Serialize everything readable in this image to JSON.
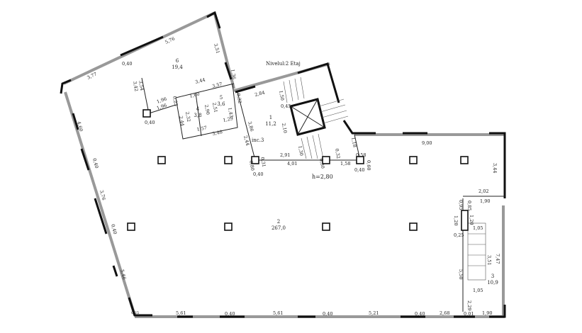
{
  "level_title": "Nivelul:2 Etaj",
  "height_label": "h=2,80",
  "incline_label": "inc.3",
  "rooms": [
    {
      "number": "1",
      "area": "11,2"
    },
    {
      "number": "2",
      "area": "267,0"
    },
    {
      "number": "3",
      "area": "10,9"
    },
    {
      "number": "4",
      "area": "3,8"
    },
    {
      "number": "5",
      "area": "3,6"
    },
    {
      "number": "6",
      "area": "19,4"
    }
  ],
  "dimensions": {
    "top": [
      "3,77",
      "0,40",
      "5,76",
      "3,51",
      "2,84",
      "9,00",
      "3,44"
    ],
    "room6": [
      "3,54",
      "3,42",
      "1,96",
      "1,96",
      "0,40",
      "0,23",
      "3,44",
      "3,57",
      "1,36",
      "0,32"
    ],
    "room45": [
      "1,60",
      "2,32",
      "2,44",
      "2,90",
      "2,51",
      "1,43",
      "1,57",
      "3,48",
      "1,29"
    ],
    "stair1": [
      "1,50",
      "0,45",
      "2,10",
      "1,30",
      "3,86",
      "2,44",
      "2,91",
      "4,01",
      "0,31",
      "0,80",
      "0,40",
      "0,30",
      "0,32",
      "1,58",
      "1,18",
      "0,58",
      "0,40",
      "0,60"
    ],
    "left": [
      "4,60",
      "0,40",
      "3,76",
      "0,40",
      "5,46",
      "0,25"
    ],
    "bottom": [
      "5,61",
      "0,40",
      "5,61",
      "0,40",
      "5,21",
      "0,40",
      "2,68",
      "0,01",
      "1,90"
    ],
    "room3": [
      "2,02",
      "1,90",
      "0,95",
      "0,85",
      "1,20",
      "1,20",
      "0,25",
      "1,05",
      "3,51",
      "7,47",
      "5,50",
      "1,05",
      "2,29"
    ]
  }
}
